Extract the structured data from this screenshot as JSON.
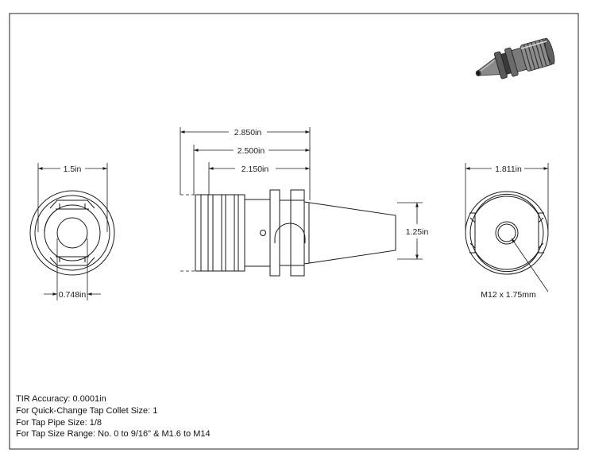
{
  "dimensions": {
    "left_diameter": "1.5in",
    "left_bore": "0.748in",
    "overall_length": "2.850in",
    "length_mid": "2.500in",
    "length_short": "2.150in",
    "nose_diameter": "1.25in",
    "right_diameter": "1.811in",
    "thread_callout": "M12 x 1.75mm"
  },
  "notes": {
    "tir": "TIR Accuracy: 0.0001in",
    "collet": "For Quick-Change Tap Collet Size: 1",
    "pipe": "For Tap Pipe Size: 1/8",
    "range": "For Tap Size Range: No. 0 to 9/16\" & M1.6 to M14"
  },
  "colors": {
    "line": "#1a1a1a",
    "thumb_body": "#6b6b6b",
    "thumb_dark": "#3a3a3a",
    "thumb_light": "#b0b0b0"
  }
}
